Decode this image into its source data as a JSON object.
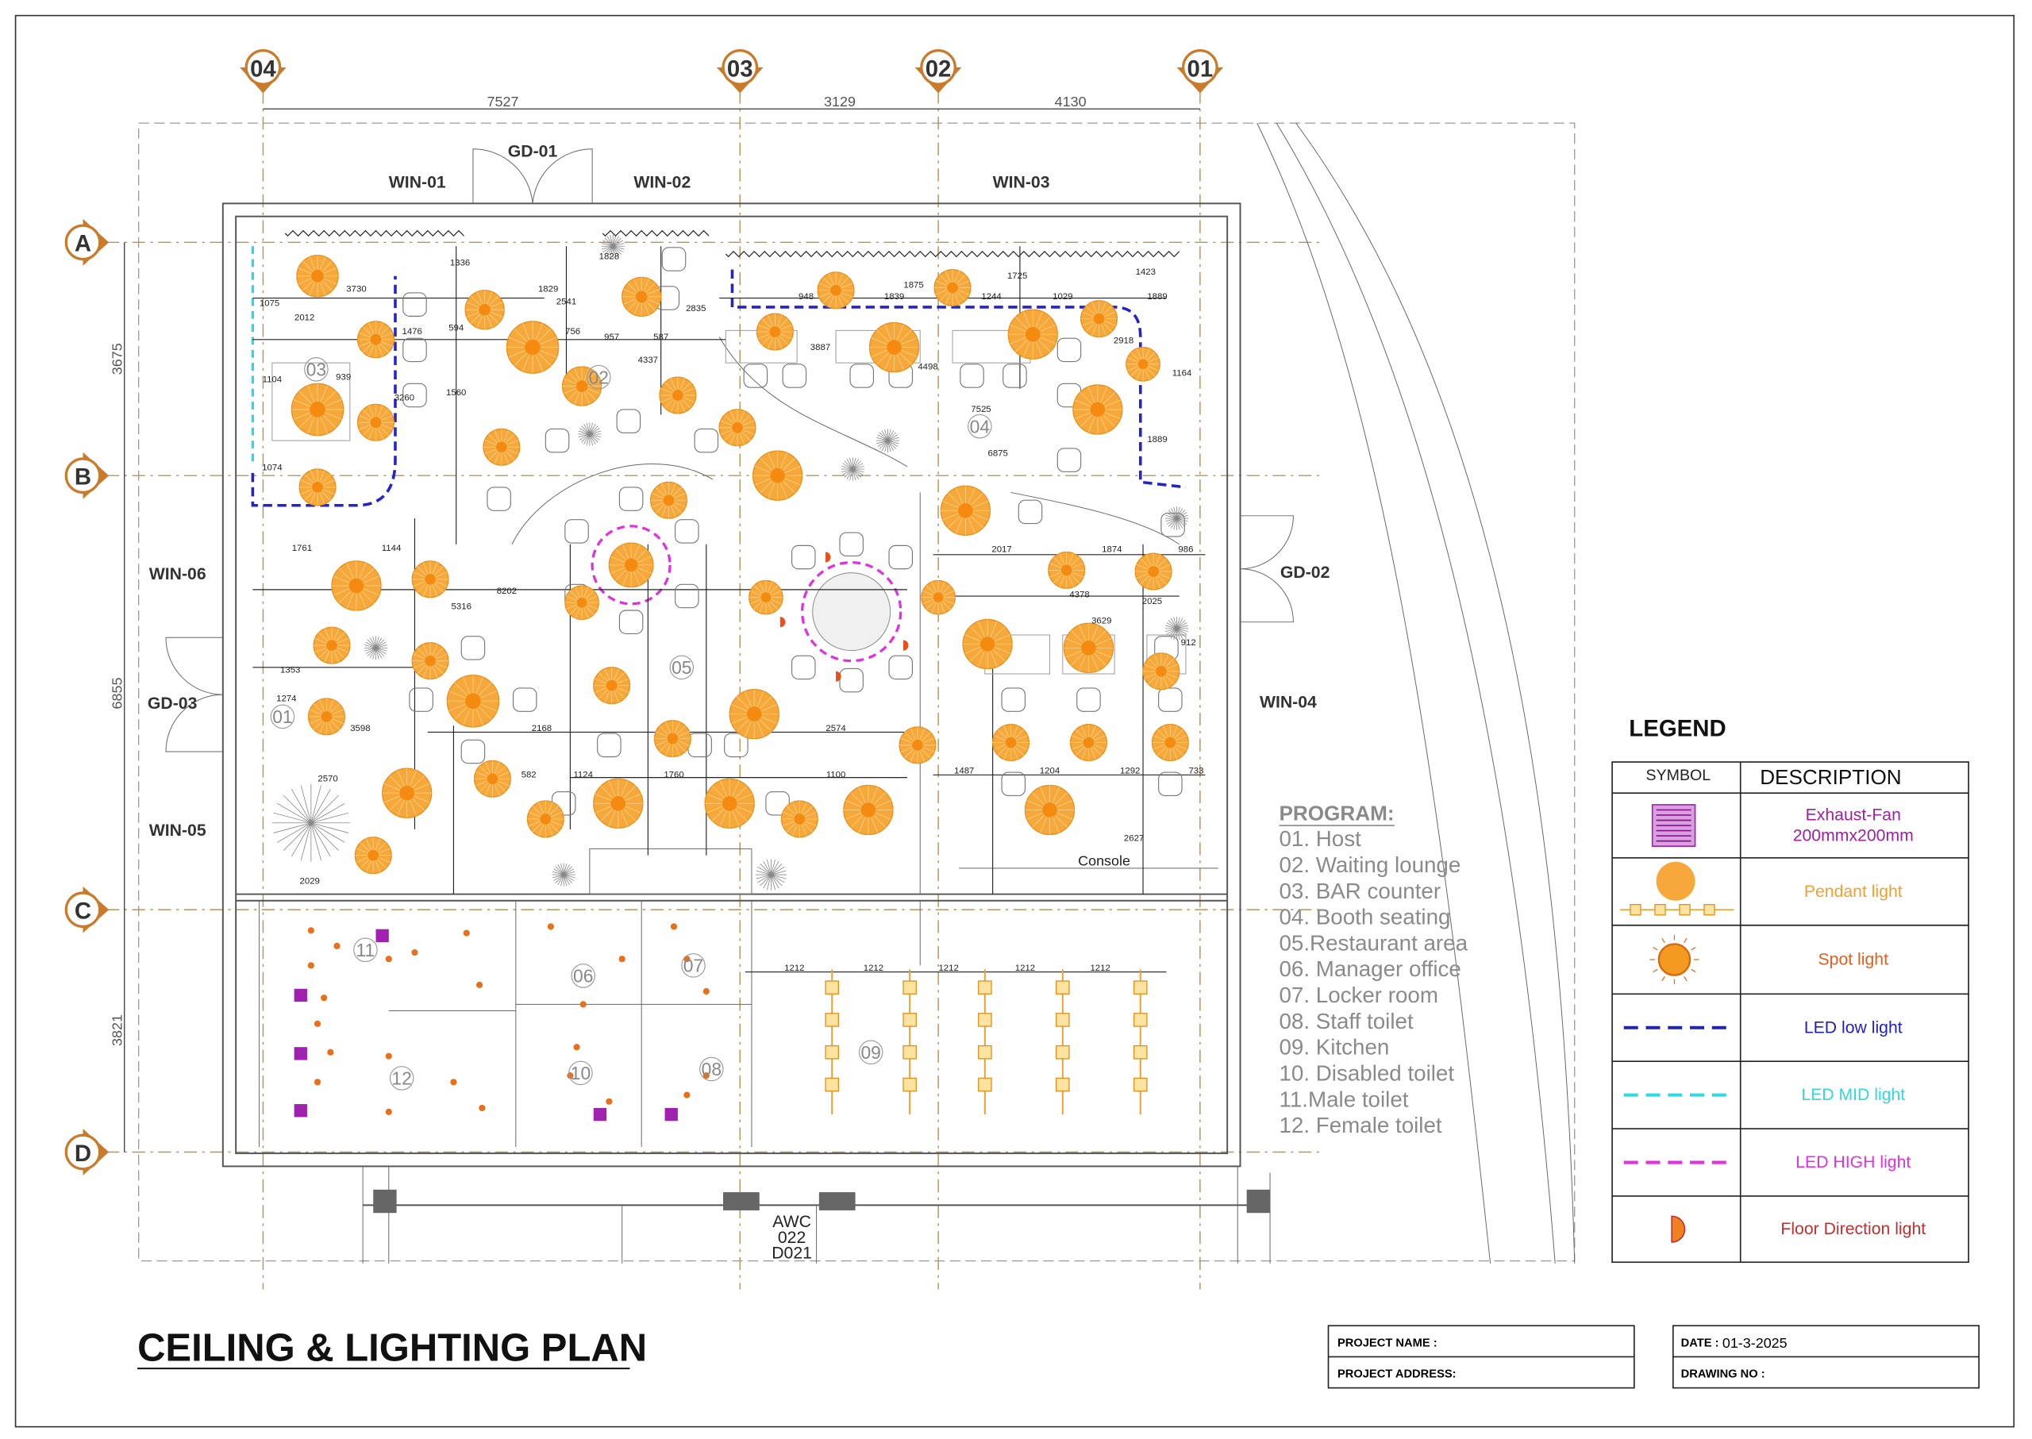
{
  "title": "CEILING & LIGHTING PLAN",
  "grid": {
    "columns": [
      "04",
      "03",
      "02",
      "01"
    ],
    "rows": [
      "A",
      "B",
      "C",
      "D"
    ],
    "column_dimensions": [
      "7527",
      "3129",
      "4130"
    ],
    "row_dimensions": [
      "3675",
      "6855",
      "3821"
    ]
  },
  "openings": {
    "win01": "WIN-01",
    "gd01": "GD-01",
    "win02": "WIN-02",
    "win03": "WIN-03",
    "win06": "WIN-06",
    "gd03": "GD-03",
    "win05": "WIN-05",
    "gd02": "GD-02",
    "win04": "WIN-04"
  },
  "rooms": [
    "01",
    "02",
    "03",
    "04",
    "05",
    "06",
    "07",
    "08",
    "09",
    "10",
    "11",
    "12"
  ],
  "plan_labels": {
    "console": "Console",
    "awc": "AWC",
    "awc_num": "022",
    "door": "D021"
  },
  "dimension_labels": [
    "3730",
    "1075",
    "2012",
    "1476",
    "1104",
    "939",
    "3260",
    "1074",
    "1336",
    "594",
    "1560",
    "1829",
    "2541",
    "756",
    "957",
    "587",
    "4337",
    "1828",
    "2835",
    "948",
    "1839",
    "1875",
    "1244",
    "1029",
    "1725",
    "1423",
    "1889",
    "2918",
    "1164",
    "7525",
    "6875",
    "1889",
    "3887",
    "4498",
    "1761",
    "1144",
    "8202",
    "5316",
    "1353",
    "1274",
    "3598",
    "2570",
    "2029",
    "2017",
    "1874",
    "986",
    "4378",
    "2025",
    "3629",
    "912",
    "2574",
    "1487",
    "1204",
    "1292",
    "733",
    "2627",
    "1100",
    "1124",
    "1760",
    "582",
    "2168",
    "1212",
    "1212",
    "1212",
    "1212",
    "1212"
  ],
  "program": {
    "heading": "PROGRAM:",
    "items": [
      "01. Host",
      "02. Waiting lounge",
      "03. BAR counter",
      "04. Booth seating",
      "05.Restaurant area",
      "06. Manager office",
      "07. Locker room",
      "08. Staff toilet",
      "09. Kitchen",
      "10. Disabled toilet",
      "11.Male toilet",
      "12. Female toilet"
    ]
  },
  "legend": {
    "title": "LEGEND",
    "col_symbol": "SYMBOL",
    "col_description": "DESCRIPTION",
    "rows": [
      {
        "icon": "exhaust-fan-icon",
        "label": "Exhaust-Fan",
        "label2": "200mmx200mm",
        "color": "#a020a0"
      },
      {
        "icon": "pendant-light-icon",
        "label": "Pendant light",
        "color": "#f0a030"
      },
      {
        "icon": "spot-light-icon",
        "label": "Spot light",
        "color": "#e06020"
      },
      {
        "icon": "led-low-line-icon",
        "label": "LED low light",
        "color": "#2020c0"
      },
      {
        "icon": "led-mid-line-icon",
        "label": "LED MID light",
        "color": "#30d8e0"
      },
      {
        "icon": "led-high-line-icon",
        "label": "LED HIGH light",
        "color": "#e030e0"
      },
      {
        "icon": "floor-direction-light-icon",
        "label": "Floor Direction light",
        "color": "#c03030"
      }
    ]
  },
  "title_block": {
    "project_name_label": "PROJECT NAME :",
    "project_address_label": "PROJECT ADDRESS:",
    "date_label": "DATE :",
    "date_value": "01-3-2025",
    "drawing_no_label": "DRAWING NO :"
  },
  "colors": {
    "pendant": "#f5a623",
    "led_low": "#2424c8",
    "led_mid": "#35d5e0",
    "led_high": "#e030e0",
    "exhaust": "#a020b0",
    "grid": "#b8955a"
  }
}
